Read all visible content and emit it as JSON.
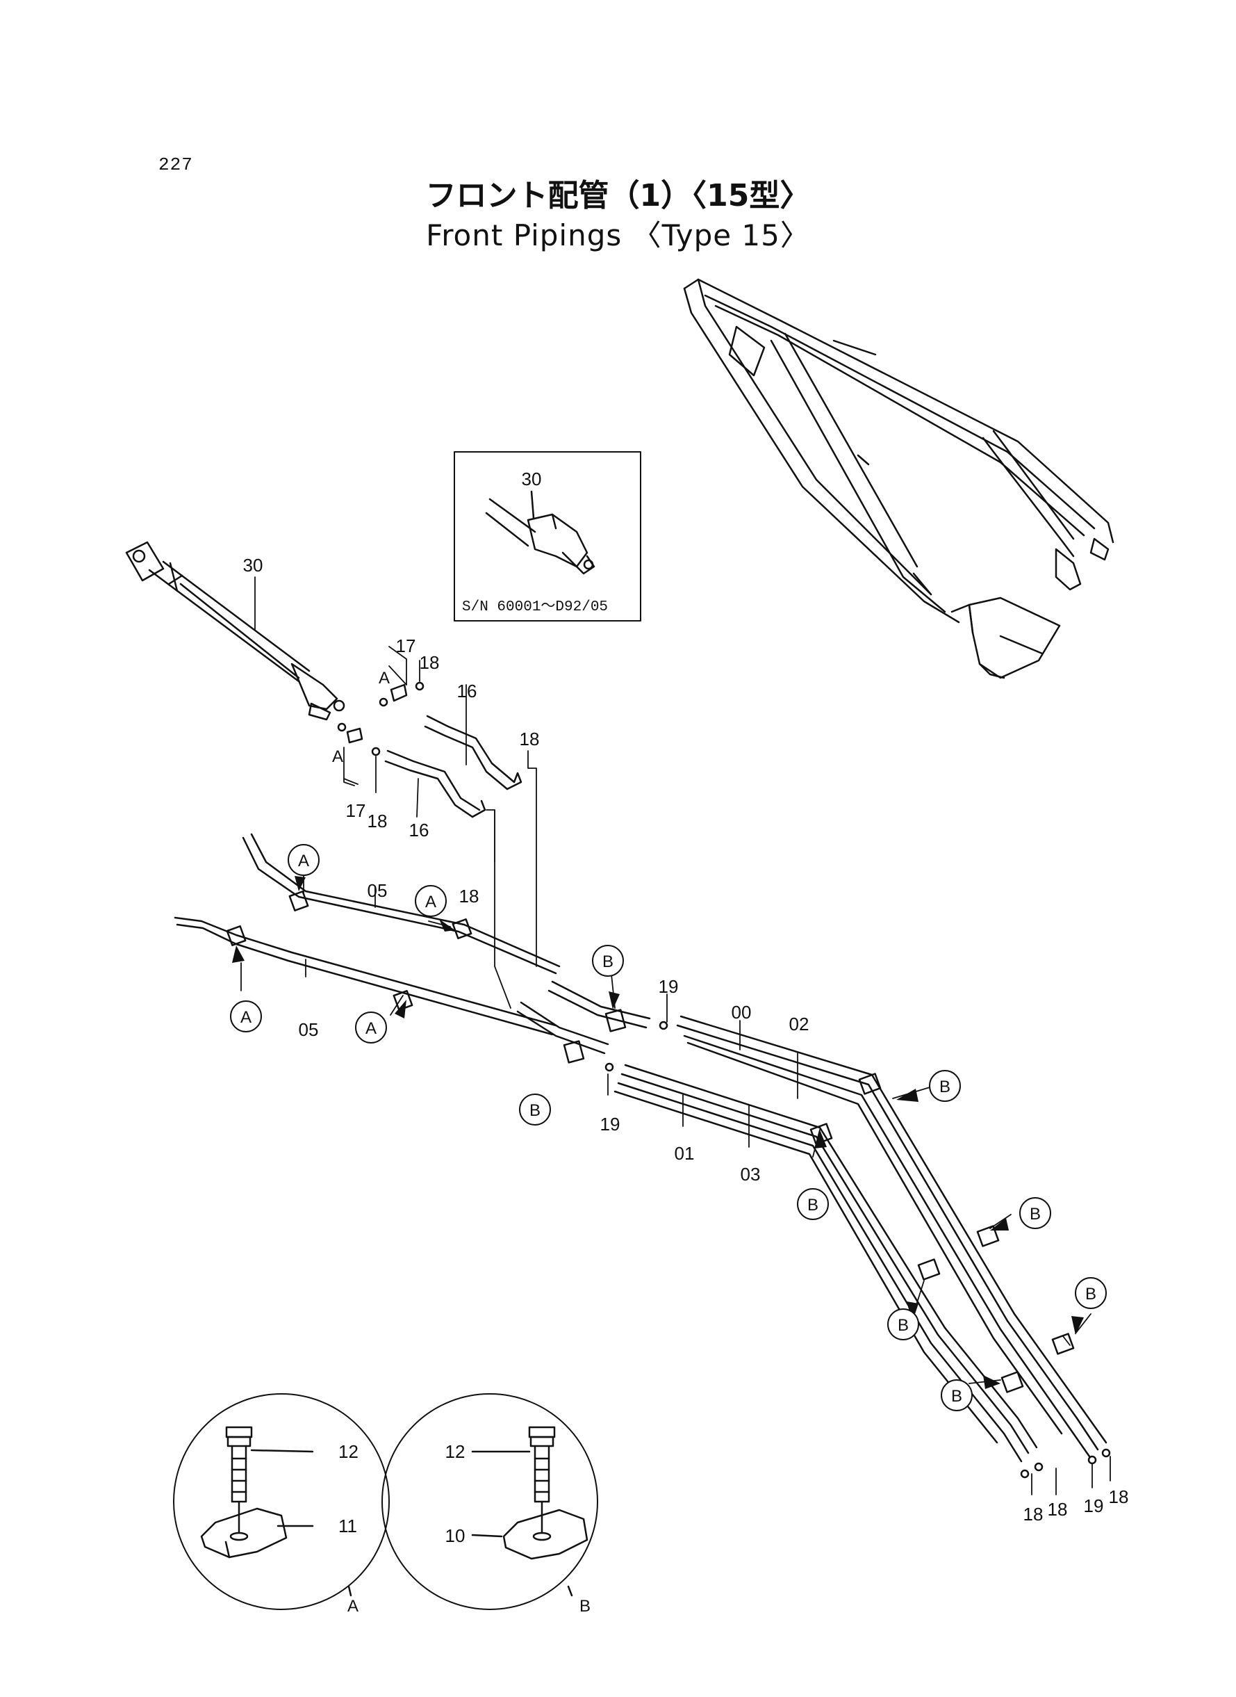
{
  "page": {
    "number": "227"
  },
  "title": {
    "japanese": "フロント配管（1）〈15型〉",
    "english": "Front Pipings 〈Type 15〉"
  },
  "inset": {
    "label": "S/N 60001～D92/05",
    "part": "30"
  },
  "parts": {
    "cylinder": "30",
    "adapter_upper": "17",
    "adapter_lower": "17",
    "oring_upper": "18",
    "oring_lower": "18",
    "hose_upper": "16",
    "hose_lower": "16",
    "oring_mid_a": "18",
    "oring_mid_b": "18",
    "pipe_upper_05": "05",
    "pipe_lower_05": "05",
    "pipe_00": "00",
    "pipe_02": "02",
    "pipe_01": "01",
    "pipe_03": "03",
    "oring_19_upper": "19",
    "oring_19_lower": "19",
    "end_18_a": "18",
    "end_18_b": "18",
    "end_19": "19",
    "end_18_c": "18"
  },
  "clamp_letters": {
    "a": "A",
    "b": "B"
  },
  "details": {
    "a": {
      "label": "A",
      "bolt": "12",
      "clamp": "11"
    },
    "b": {
      "label": "B",
      "bolt": "12",
      "clamp": "10"
    }
  }
}
